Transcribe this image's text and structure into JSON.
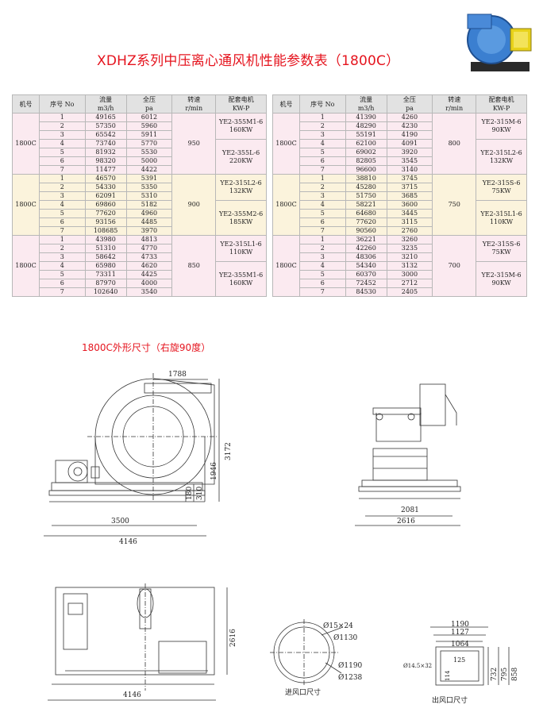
{
  "title": "XDHZ系列中压离心通风机性能参数表（1800C）",
  "subtitle": "1800C外形尺寸（右旋90度）",
  "headers": {
    "model": "机号",
    "seq": "序号  No",
    "flow": "流量",
    "flow_unit": "m3/h",
    "pressure": "全压",
    "pressure_unit": "pa",
    "speed": "转速",
    "speed_unit": "r/min",
    "motor": "配套电机",
    "motor_unit": "KW-P"
  },
  "left_table": {
    "groups": [
      {
        "model": "1800C",
        "speed": "950",
        "rows": [
          [
            "1",
            "49165",
            "6012"
          ],
          [
            "2",
            "57350",
            "5960"
          ],
          [
            "3",
            "65542",
            "5911"
          ],
          [
            "4",
            "73740",
            "5770"
          ],
          [
            "5",
            "81932",
            "5530"
          ],
          [
            "6",
            "98320",
            "5000"
          ],
          [
            "7",
            "11477",
            "4422"
          ]
        ],
        "motors": [
          [
            "YE2-355M1-6",
            "160KW"
          ],
          [
            "YE2-355L-6",
            "220KW"
          ]
        ]
      },
      {
        "model": "1800C",
        "speed": "900",
        "rows": [
          [
            "1",
            "46570",
            "5391"
          ],
          [
            "2",
            "54330",
            "5350"
          ],
          [
            "3",
            "62091",
            "5310"
          ],
          [
            "4",
            "69860",
            "5182"
          ],
          [
            "5",
            "77620",
            "4960"
          ],
          [
            "6",
            "93156",
            "4485"
          ],
          [
            "7",
            "108685",
            "3970"
          ]
        ],
        "motors": [
          [
            "YE2-315L2-6",
            "132KW"
          ],
          [
            "YE2-355M2-6",
            "185KW"
          ]
        ]
      },
      {
        "model": "1800C",
        "speed": "850",
        "rows": [
          [
            "1",
            "43980",
            "4813"
          ],
          [
            "2",
            "51310",
            "4770"
          ],
          [
            "3",
            "58642",
            "4733"
          ],
          [
            "4",
            "65980",
            "4620"
          ],
          [
            "5",
            "73311",
            "4425"
          ],
          [
            "6",
            "87970",
            "4000"
          ],
          [
            "7",
            "102640",
            "3540"
          ]
        ],
        "motors": [
          [
            "YE2-315L1-6",
            "110KW"
          ],
          [
            "YE2-355M1-6",
            "160KW"
          ]
        ]
      }
    ]
  },
  "right_table": {
    "groups": [
      {
        "model": "1800C",
        "speed": "800",
        "rows": [
          [
            "1",
            "41390",
            "4260"
          ],
          [
            "2",
            "48290",
            "4230"
          ],
          [
            "3",
            "55191",
            "4190"
          ],
          [
            "4",
            "62100",
            "4091"
          ],
          [
            "5",
            "69002",
            "3920"
          ],
          [
            "6",
            "82805",
            "3545"
          ],
          [
            "7",
            "96600",
            "3140"
          ]
        ],
        "motors": [
          [
            "YE2-315M-6",
            "90KW"
          ],
          [
            "YE2-315L2-6",
            "132KW"
          ]
        ]
      },
      {
        "model": "1800C",
        "speed": "750",
        "rows": [
          [
            "1",
            "38810",
            "3745"
          ],
          [
            "2",
            "45280",
            "3715"
          ],
          [
            "3",
            "51750",
            "3685"
          ],
          [
            "4",
            "58221",
            "3600"
          ],
          [
            "5",
            "64680",
            "3445"
          ],
          [
            "6",
            "77620",
            "3115"
          ],
          [
            "7",
            "90560",
            "2760"
          ]
        ],
        "motors": [
          [
            "YE2-315S-6",
            "75KW"
          ],
          [
            "YE2-315L1-6",
            "110KW"
          ]
        ]
      },
      {
        "model": "1800C",
        "speed": "700",
        "rows": [
          [
            "1",
            "36221",
            "3260"
          ],
          [
            "2",
            "42260",
            "3235"
          ],
          [
            "3",
            "48306",
            "3210"
          ],
          [
            "4",
            "54340",
            "3132"
          ],
          [
            "5",
            "60370",
            "3000"
          ],
          [
            "6",
            "72452",
            "2712"
          ],
          [
            "7",
            "84530",
            "2405"
          ]
        ],
        "motors": [
          [
            "YE2-315S-6",
            "75KW"
          ],
          [
            "YE2-315M-6",
            "90KW"
          ]
        ]
      }
    ]
  },
  "dims": {
    "d1788": "1788",
    "d3172": "3172",
    "d1946": "1946",
    "d310": "310",
    "d180": "180",
    "d3500": "3500",
    "d4146a": "4146",
    "d2081": "2081",
    "d2616a": "2616",
    "d2616b": "2616",
    "d4146b": "4146",
    "d15x24": "Ø15×24",
    "d1130": "Ø1130",
    "d1190": "Ø1190",
    "d1238": "Ø1238",
    "d1190b": "1190",
    "d1127": "1127",
    "d1064": "1064",
    "d125": "125",
    "d114": "114",
    "d732": "732",
    "d795": "795",
    "d858": "858",
    "d14x32": "Ø14.5×32"
  },
  "captions": {
    "inlet": "进风口尺寸",
    "outlet": "出风口尺寸"
  }
}
